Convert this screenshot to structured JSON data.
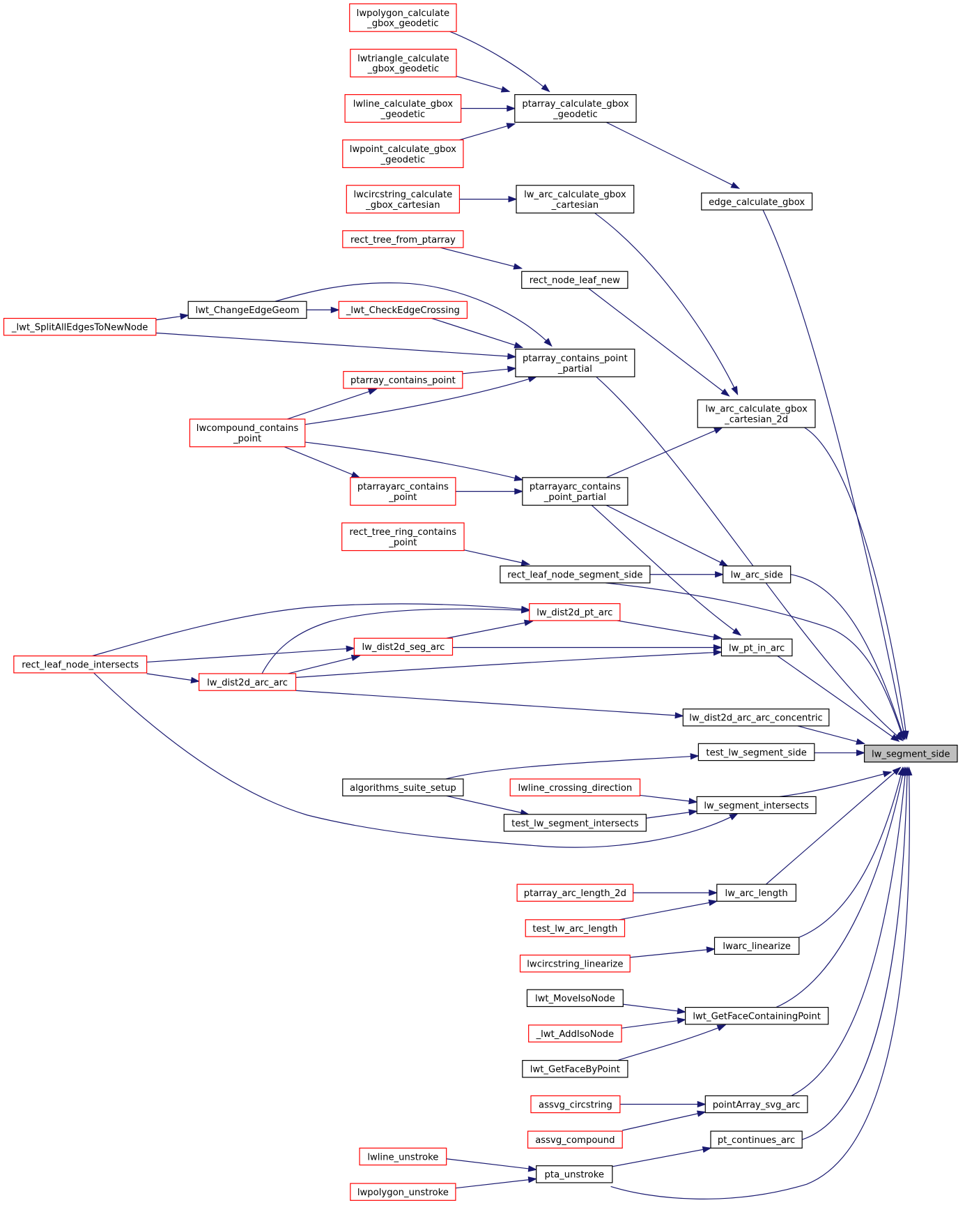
{
  "graph": {
    "title": "",
    "root_node": "lw_segment_side",
    "colors": {
      "edge": "#191970",
      "node_border_default": "#000000",
      "node_border_truncated": "#ff0000",
      "root_fill": "#bfbfbf",
      "node_fill": "#ffffff"
    },
    "nodes": [
      {
        "id": "lw_segment_side",
        "lines": [
          "lw_segment_side"
        ],
        "style": "root"
      },
      {
        "id": "edge_calculate_gbox",
        "lines": [
          "edge_calculate_gbox"
        ],
        "style": "black"
      },
      {
        "id": "ptarray_calculate_gbox_geodetic",
        "lines": [
          "ptarray_calculate_gbox",
          "_geodetic"
        ],
        "style": "black"
      },
      {
        "id": "lwpolygon_calculate_gbox_geodetic",
        "lines": [
          "lwpolygon_calculate",
          "_gbox_geodetic"
        ],
        "style": "red"
      },
      {
        "id": "lwtriangle_calculate_gbox_geodetic",
        "lines": [
          "lwtriangle_calculate",
          "_gbox_geodetic"
        ],
        "style": "red"
      },
      {
        "id": "lwline_calculate_gbox_geodetic",
        "lines": [
          "lwline_calculate_gbox",
          "_geodetic"
        ],
        "style": "red"
      },
      {
        "id": "lwpoint_calculate_gbox_geodetic",
        "lines": [
          "lwpoint_calculate_gbox",
          "_geodetic"
        ],
        "style": "red"
      },
      {
        "id": "lw_arc_calculate_gbox_cartesian_2d",
        "lines": [
          "lw_arc_calculate_gbox",
          "_cartesian_2d"
        ],
        "style": "black"
      },
      {
        "id": "lw_arc_calculate_gbox_cartesian",
        "lines": [
          "lw_arc_calculate_gbox",
          "_cartesian"
        ],
        "style": "black"
      },
      {
        "id": "lwcircstring_calculate_gbox_cartesian",
        "lines": [
          "lwcircstring_calculate",
          "_gbox_cartesian"
        ],
        "style": "red"
      },
      {
        "id": "rect_node_leaf_new",
        "lines": [
          "rect_node_leaf_new"
        ],
        "style": "black"
      },
      {
        "id": "rect_tree_from_ptarray",
        "lines": [
          "rect_tree_from_ptarray"
        ],
        "style": "red"
      },
      {
        "id": "ptarray_contains_point_partial",
        "lines": [
          "ptarray_contains_point",
          "_partial"
        ],
        "style": "black"
      },
      {
        "id": "lwt_ChangeEdgeGeom",
        "lines": [
          "lwt_ChangeEdgeGeom"
        ],
        "style": "black"
      },
      {
        "id": "_lwt_CheckEdgeCrossing",
        "lines": [
          "_lwt_CheckEdgeCrossing"
        ],
        "style": "red"
      },
      {
        "id": "_lwt_SplitAllEdgesToNewNode",
        "lines": [
          "_lwt_SplitAllEdgesToNewNode"
        ],
        "style": "red"
      },
      {
        "id": "ptarray_contains_point",
        "lines": [
          "ptarray_contains_point"
        ],
        "style": "red"
      },
      {
        "id": "lwcompound_contains_point",
        "lines": [
          "lwcompound_contains",
          "_point"
        ],
        "style": "red"
      },
      {
        "id": "ptarrayarc_contains_point_partial",
        "lines": [
          "ptarrayarc_contains",
          "_point_partial"
        ],
        "style": "black"
      },
      {
        "id": "ptarrayarc_contains_point",
        "lines": [
          "ptarrayarc_contains",
          "_point"
        ],
        "style": "red"
      },
      {
        "id": "lw_arc_side",
        "lines": [
          "lw_arc_side"
        ],
        "style": "black"
      },
      {
        "id": "rect_leaf_node_segment_side",
        "lines": [
          "rect_leaf_node_segment_side"
        ],
        "style": "black"
      },
      {
        "id": "rect_tree_ring_contains_point",
        "lines": [
          "rect_tree_ring_contains",
          "_point"
        ],
        "style": "red"
      },
      {
        "id": "lw_pt_in_arc",
        "lines": [
          "lw_pt_in_arc"
        ],
        "style": "black"
      },
      {
        "id": "lw_dist2d_pt_arc",
        "lines": [
          "lw_dist2d_pt_arc"
        ],
        "style": "red"
      },
      {
        "id": "lw_dist2d_seg_arc",
        "lines": [
          "lw_dist2d_seg_arc"
        ],
        "style": "red"
      },
      {
        "id": "lw_dist2d_arc_arc",
        "lines": [
          "lw_dist2d_arc_arc"
        ],
        "style": "red"
      },
      {
        "id": "rect_leaf_node_intersects",
        "lines": [
          "rect_leaf_node_intersects"
        ],
        "style": "red"
      },
      {
        "id": "lw_dist2d_arc_arc_concentric",
        "lines": [
          "lw_dist2d_arc_arc_concentric"
        ],
        "style": "black"
      },
      {
        "id": "test_lw_segment_side",
        "lines": [
          "test_lw_segment_side"
        ],
        "style": "black"
      },
      {
        "id": "algorithms_suite_setup",
        "lines": [
          "algorithms_suite_setup"
        ],
        "style": "black"
      },
      {
        "id": "lw_segment_intersects",
        "lines": [
          "lw_segment_intersects"
        ],
        "style": "black"
      },
      {
        "id": "lwline_crossing_direction",
        "lines": [
          "lwline_crossing_direction"
        ],
        "style": "red"
      },
      {
        "id": "test_lw_segment_intersects",
        "lines": [
          "test_lw_segment_intersects"
        ],
        "style": "black"
      },
      {
        "id": "lw_arc_length",
        "lines": [
          "lw_arc_length"
        ],
        "style": "black"
      },
      {
        "id": "ptarray_arc_length_2d",
        "lines": [
          "ptarray_arc_length_2d"
        ],
        "style": "red"
      },
      {
        "id": "test_lw_arc_length",
        "lines": [
          "test_lw_arc_length"
        ],
        "style": "red"
      },
      {
        "id": "lwarc_linearize",
        "lines": [
          "lwarc_linearize"
        ],
        "style": "black"
      },
      {
        "id": "lwcircstring_linearize",
        "lines": [
          "lwcircstring_linearize"
        ],
        "style": "red"
      },
      {
        "id": "lwt_GetFaceContainingPoint",
        "lines": [
          "lwt_GetFaceContainingPoint"
        ],
        "style": "black"
      },
      {
        "id": "lwt_MoveIsoNode",
        "lines": [
          "lwt_MoveIsoNode"
        ],
        "style": "black"
      },
      {
        "id": "_lwt_AddIsoNode",
        "lines": [
          "_lwt_AddIsoNode"
        ],
        "style": "red"
      },
      {
        "id": "lwt_GetFaceByPoint",
        "lines": [
          "lwt_GetFaceByPoint"
        ],
        "style": "black"
      },
      {
        "id": "pointArray_svg_arc",
        "lines": [
          "pointArray_svg_arc"
        ],
        "style": "black"
      },
      {
        "id": "assvg_circstring",
        "lines": [
          "assvg_circstring"
        ],
        "style": "red"
      },
      {
        "id": "assvg_compound",
        "lines": [
          "assvg_compound"
        ],
        "style": "red"
      },
      {
        "id": "pt_continues_arc",
        "lines": [
          "pt_continues_arc"
        ],
        "style": "black"
      },
      {
        "id": "pta_unstroke",
        "lines": [
          "pta_unstroke"
        ],
        "style": "black"
      },
      {
        "id": "lwline_unstroke",
        "lines": [
          "lwline_unstroke"
        ],
        "style": "red"
      },
      {
        "id": "lwpolygon_unstroke",
        "lines": [
          "lwpolygon_unstroke"
        ],
        "style": "red"
      }
    ],
    "edges": [
      [
        "lw_segment_side",
        "edge_calculate_gbox"
      ],
      [
        "edge_calculate_gbox",
        "ptarray_calculate_gbox_geodetic"
      ],
      [
        "ptarray_calculate_gbox_geodetic",
        "lwpolygon_calculate_gbox_geodetic"
      ],
      [
        "ptarray_calculate_gbox_geodetic",
        "lwtriangle_calculate_gbox_geodetic"
      ],
      [
        "ptarray_calculate_gbox_geodetic",
        "lwline_calculate_gbox_geodetic"
      ],
      [
        "ptarray_calculate_gbox_geodetic",
        "lwpoint_calculate_gbox_geodetic"
      ],
      [
        "lw_segment_side",
        "lw_arc_calculate_gbox_cartesian_2d"
      ],
      [
        "lw_arc_calculate_gbox_cartesian_2d",
        "lw_arc_calculate_gbox_cartesian"
      ],
      [
        "lw_arc_calculate_gbox_cartesian",
        "lwcircstring_calculate_gbox_cartesian"
      ],
      [
        "lw_arc_calculate_gbox_cartesian_2d",
        "rect_node_leaf_new"
      ],
      [
        "rect_node_leaf_new",
        "rect_tree_from_ptarray"
      ],
      [
        "lw_arc_calculate_gbox_cartesian_2d",
        "ptarrayarc_contains_point_partial"
      ],
      [
        "lw_segment_side",
        "ptarray_contains_point_partial"
      ],
      [
        "ptarray_contains_point_partial",
        "lwt_ChangeEdgeGeom"
      ],
      [
        "ptarray_contains_point_partial",
        "_lwt_CheckEdgeCrossing"
      ],
      [
        "_lwt_CheckEdgeCrossing",
        "lwt_ChangeEdgeGeom"
      ],
      [
        "lwt_ChangeEdgeGeom",
        "_lwt_SplitAllEdgesToNewNode"
      ],
      [
        "ptarray_contains_point_partial",
        "_lwt_SplitAllEdgesToNewNode"
      ],
      [
        "ptarray_contains_point_partial",
        "ptarray_contains_point"
      ],
      [
        "ptarray_contains_point",
        "lwcompound_contains_point"
      ],
      [
        "ptarray_contains_point_partial",
        "lwcompound_contains_point"
      ],
      [
        "ptarrayarc_contains_point_partial",
        "lwcompound_contains_point"
      ],
      [
        "ptarrayarc_contains_point_partial",
        "ptarrayarc_contains_point"
      ],
      [
        "ptarrayarc_contains_point",
        "lwcompound_contains_point"
      ],
      [
        "lw_segment_side",
        "lw_arc_side"
      ],
      [
        "lw_arc_side",
        "ptarrayarc_contains_point_partial"
      ],
      [
        "lw_arc_side",
        "rect_leaf_node_segment_side"
      ],
      [
        "rect_leaf_node_segment_side",
        "rect_tree_ring_contains_point"
      ],
      [
        "lw_segment_side",
        "rect_leaf_node_segment_side"
      ],
      [
        "lw_segment_side",
        "lw_pt_in_arc"
      ],
      [
        "lw_pt_in_arc",
        "ptarrayarc_contains_point_partial"
      ],
      [
        "lw_pt_in_arc",
        "lw_dist2d_pt_arc"
      ],
      [
        "lw_pt_in_arc",
        "lw_dist2d_seg_arc"
      ],
      [
        "lw_pt_in_arc",
        "lw_dist2d_arc_arc"
      ],
      [
        "lw_dist2d_pt_arc",
        "lw_dist2d_seg_arc"
      ],
      [
        "lw_dist2d_pt_arc",
        "lw_dist2d_arc_arc"
      ],
      [
        "lw_dist2d_pt_arc",
        "rect_leaf_node_intersects"
      ],
      [
        "lw_dist2d_seg_arc",
        "lw_dist2d_arc_arc"
      ],
      [
        "lw_dist2d_seg_arc",
        "rect_leaf_node_intersects"
      ],
      [
        "lw_dist2d_arc_arc",
        "rect_leaf_node_intersects"
      ],
      [
        "lw_segment_side",
        "lw_dist2d_arc_arc_concentric"
      ],
      [
        "lw_dist2d_arc_arc_concentric",
        "lw_dist2d_arc_arc"
      ],
      [
        "lw_segment_side",
        "test_lw_segment_side"
      ],
      [
        "test_lw_segment_side",
        "algorithms_suite_setup"
      ],
      [
        "lw_segment_side",
        "lw_segment_intersects"
      ],
      [
        "lw_segment_intersects",
        "lwline_crossing_direction"
      ],
      [
        "lw_segment_intersects",
        "test_lw_segment_intersects"
      ],
      [
        "lw_segment_intersects",
        "rect_leaf_node_intersects"
      ],
      [
        "test_lw_segment_intersects",
        "algorithms_suite_setup"
      ],
      [
        "lw_segment_side",
        "lw_arc_length"
      ],
      [
        "lw_arc_length",
        "ptarray_arc_length_2d"
      ],
      [
        "lw_arc_length",
        "test_lw_arc_length"
      ],
      [
        "lw_segment_side",
        "lwarc_linearize"
      ],
      [
        "lwarc_linearize",
        "lwcircstring_linearize"
      ],
      [
        "lw_segment_side",
        "lwt_GetFaceContainingPoint"
      ],
      [
        "lwt_GetFaceContainingPoint",
        "lwt_MoveIsoNode"
      ],
      [
        "lwt_GetFaceContainingPoint",
        "_lwt_AddIsoNode"
      ],
      [
        "lwt_GetFaceContainingPoint",
        "lwt_GetFaceByPoint"
      ],
      [
        "lw_segment_side",
        "pointArray_svg_arc"
      ],
      [
        "pointArray_svg_arc",
        "assvg_circstring"
      ],
      [
        "pointArray_svg_arc",
        "assvg_compound"
      ],
      [
        "lw_segment_side",
        "pt_continues_arc"
      ],
      [
        "pt_continues_arc",
        "pta_unstroke"
      ],
      [
        "lw_segment_side",
        "pta_unstroke"
      ],
      [
        "pta_unstroke",
        "lwline_unstroke"
      ],
      [
        "pta_unstroke",
        "lwpolygon_unstroke"
      ]
    ]
  }
}
